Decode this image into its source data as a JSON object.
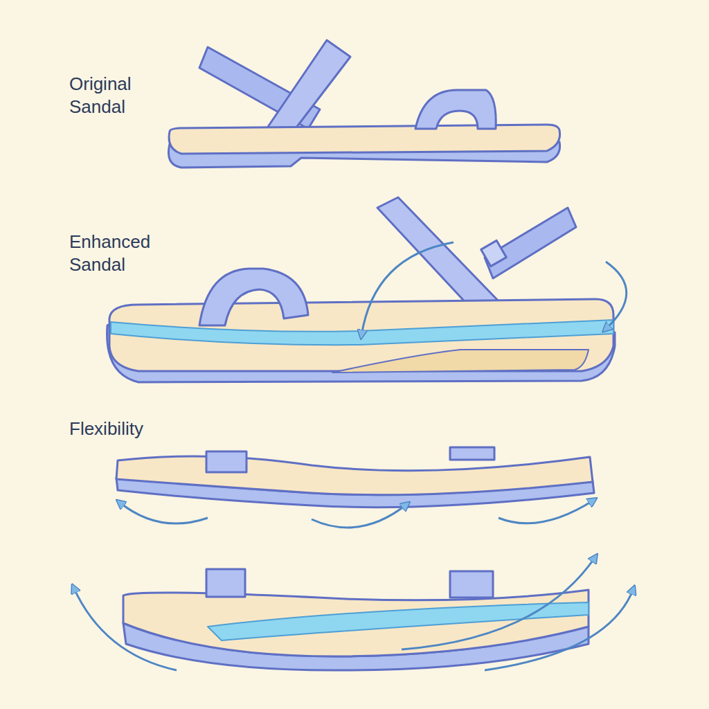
{
  "diagram": {
    "labels": [
      "Original Sandal",
      "Enhanced Sandal",
      "Flexibility"
    ]
  }
}
